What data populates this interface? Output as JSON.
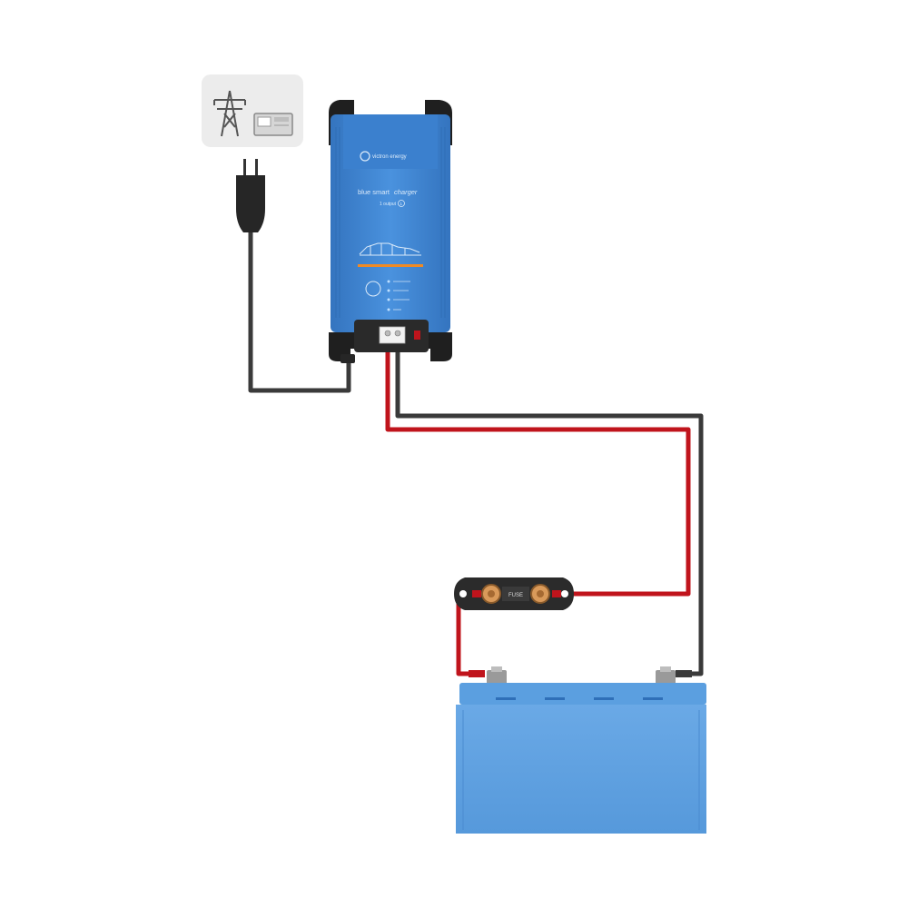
{
  "charger": {
    "brand": "victron energy",
    "product_line": "blue smart",
    "product_type": "charger",
    "output_text": "1 output",
    "output_count": "1",
    "status_leds": [
      "",
      "",
      " ",
      ""
    ],
    "accent_color": "#f08a24",
    "body_color": "#3d86d4"
  },
  "fuse": {
    "label": "FUSE"
  },
  "colors": {
    "wire_positive": "#c0141c",
    "wire_negative": "#3a3a3a",
    "battery": "#5b9fe0",
    "icon_box": "#ececec"
  },
  "icons": {
    "grid": "power-pylon-icon",
    "generator": "generator-icon",
    "plug": "mains-plug-icon"
  }
}
